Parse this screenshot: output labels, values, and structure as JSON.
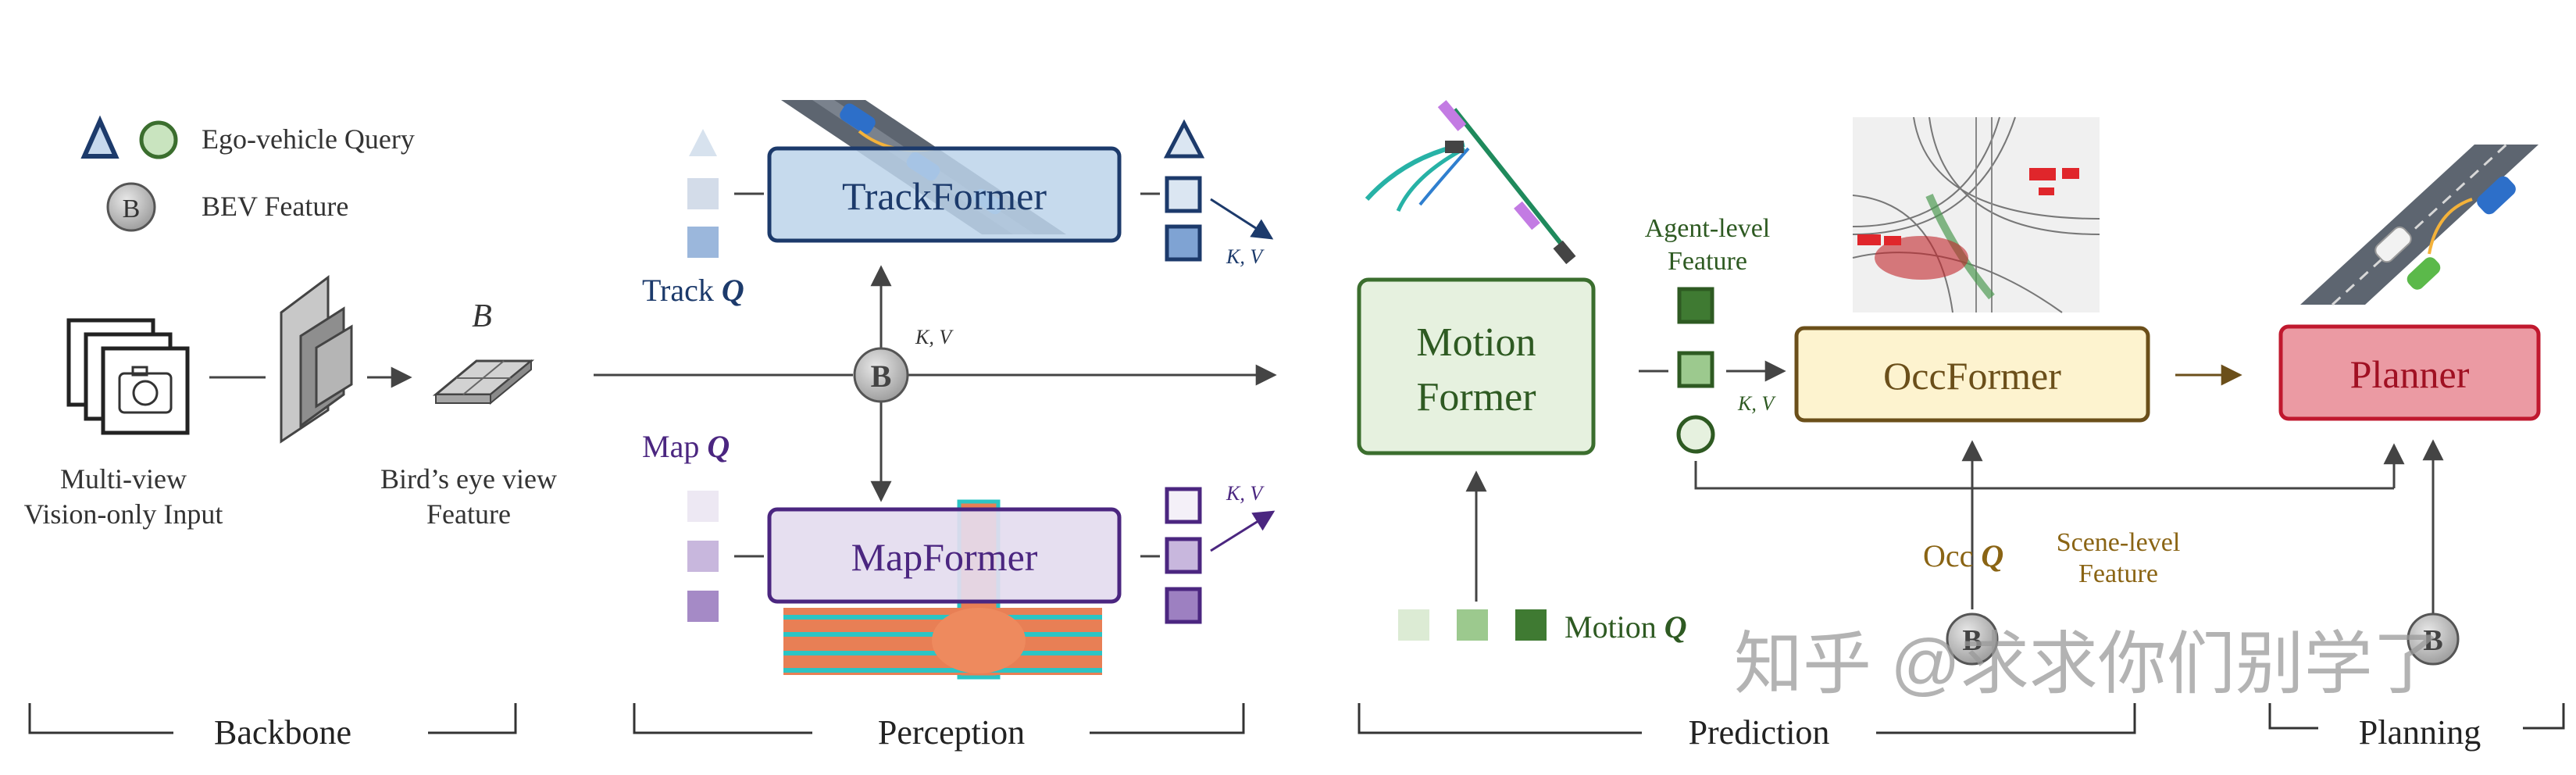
{
  "legend": {
    "ego_query": "Ego-vehicle Query",
    "bev_feature": "BEV Feature",
    "bev_symbol": "B"
  },
  "backbone": {
    "input_label_line1": "Multi-view",
    "input_label_line2": "Vision-only Input",
    "bev_letter": "B",
    "bev_label_line1": "Bird’s eye view",
    "bev_label_line2": "Feature",
    "section": "Backbone"
  },
  "perception": {
    "trackformer": "TrackFormer",
    "mapformer": "MapFormer",
    "track_q_prefix": "Track",
    "map_q_prefix": "Map",
    "q_symbol": "Q",
    "kv": "K, V",
    "bev_symbol": "B",
    "section": "Perception"
  },
  "prediction": {
    "motion_line1": "Motion",
    "motion_line2": "Former",
    "agent_line1": "Agent-level",
    "agent_line2": "Feature",
    "kv": "K, V",
    "occformer": "OccFormer",
    "motion_q_prefix": "Motion",
    "occ_q_prefix": "Occ",
    "q_symbol": "Q",
    "scene_line1": "Scene-level",
    "scene_line2": "Feature",
    "bev_symbol": "B",
    "section": "Prediction"
  },
  "planning": {
    "planner": "Planner",
    "bev_symbol": "B",
    "section": "Planning"
  },
  "watermark": "知乎 @求求你们别学了",
  "colors": {
    "track_blue": "#1c3a6b",
    "track_fill": "#bcd3ea",
    "map_purple": "#4b2680",
    "map_fill": "#e4dcef",
    "motion_green": "#3b6e2e",
    "motion_fill": "#e6f1df",
    "occ_gold": "#6b4f1a",
    "occ_fill": "#fdf3cf",
    "planner_red": "#c0182e",
    "planner_fill": "#eb9aa3"
  }
}
